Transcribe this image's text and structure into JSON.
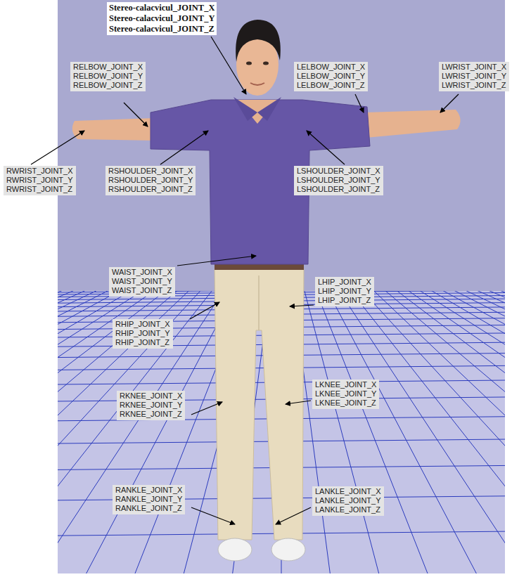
{
  "diagram": {
    "nodes": [
      {
        "text": [
          "Stereo-calacvicul_JOINT_X",
          "Stereo-calacvicul_JOINT_Y",
          "Stereo-calacvicul_JOINT_Z"
        ]
      },
      {
        "text": [
          "RELBOW_JOINT_X",
          "RELBOW_JOINT_Y",
          "RELBOW_JOINT_Z"
        ]
      },
      {
        "text": [
          "LELBOW_JOINT_X",
          "LELBOW_JOINT_Y",
          "LELBOW_JOINT_Z"
        ]
      },
      {
        "text": [
          "LWRIST_JOINT_X",
          "LWRIST_JOINT_Y",
          "LWRIST_JOINT_Z"
        ]
      },
      {
        "text": [
          "RWRIST_JOINT_X",
          "RWRIST_JOINT_Y",
          "RWRIST_JOINT_Z"
        ]
      },
      {
        "text": [
          "RSHOULDER_JOINT_X",
          "RSHOULDER_JOINT_Y",
          "RSHOULDER_JOINT_Z"
        ]
      },
      {
        "text": [
          "LSHOULDER_JOINT_X",
          "LSHOULDER_JOINT_Y",
          "LSHOULDER_JOINT_Z"
        ]
      },
      {
        "text": [
          "WAIST_JOINT_X",
          "WAIST_JOINT_Y",
          "WAIST_JOINT_Z"
        ]
      },
      {
        "text": [
          "LHIP_JOINT_X",
          "LHIP_JOINT_Y",
          "LHIP_JOINT_Z"
        ]
      },
      {
        "text": [
          "RHIP_JOINT_X",
          "RHIP_JOINT_Y",
          "RHIP_JOINT_Z"
        ]
      },
      {
        "text": [
          "RKNEE_JOINT_X",
          "RKNEE_JOINT_Y",
          "RKNEE_JOINT_Z"
        ]
      },
      {
        "text": [
          "LKNEE_JOINT_X",
          "LKNEE_JOINT_Y",
          "LKNEE_JOINT_Z"
        ]
      },
      {
        "text": [
          "RANKLE_JOINT_X",
          "RANKLE_JOINT_Y",
          "RANKLE_JOINT_Z"
        ]
      },
      {
        "text": [
          "LANKLE_JOINT_X",
          "LANKLE_JOINT_Y",
          "LANKLE_JOINT_Z"
        ]
      }
    ]
  }
}
